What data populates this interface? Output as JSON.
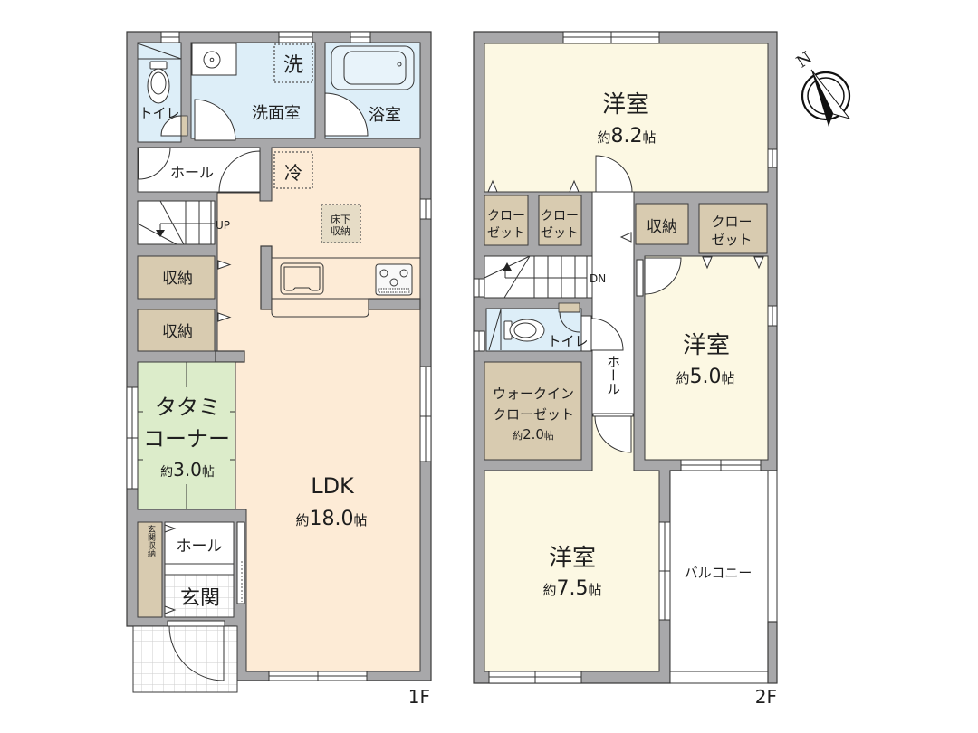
{
  "colors": {
    "wall": "#a8a8aa",
    "wet_area": "#ddeef8",
    "ldk": "#fdebd6",
    "tatami": "#dcecca",
    "storage": "#d8cbb0",
    "western_room": "#fcf8e3",
    "hall": "#ffffff",
    "underfloor_box": "#e6dcc6"
  },
  "compass": {
    "north_label": "N"
  },
  "floor_1": {
    "floor_label": "1F",
    "toilet": {
      "label": "トイレ"
    },
    "washroom": {
      "label": "洗面室"
    },
    "washer_space": {
      "label": "洗"
    },
    "bathroom": {
      "label": "浴室"
    },
    "hall_upper": {
      "label": "ホール"
    },
    "fridge_space": {
      "label": "冷"
    },
    "underfloor_storage": {
      "line1": "床下",
      "line2": "収納"
    },
    "stairs": {
      "direction": "UP"
    },
    "storage_1": {
      "label": "収納"
    },
    "storage_2": {
      "label": "収納"
    },
    "tatami_corner": {
      "line1": "タタミ",
      "line2": "コーナー",
      "area_prefix": "約",
      "area_value": "3.0",
      "area_unit": "帖"
    },
    "ldk": {
      "label": "LDK",
      "area_prefix": "約",
      "area_value": "18.0",
      "area_unit": "帖"
    },
    "entrance_storage": {
      "label": "玄関収納"
    },
    "hall_lower": {
      "label": "ホール"
    },
    "entrance": {
      "label": "玄関"
    }
  },
  "floor_2": {
    "floor_label": "2F",
    "western_room_1": {
      "label": "洋室",
      "area_prefix": "約",
      "area_value": "8.2",
      "area_unit": "帖"
    },
    "closet_1": {
      "line1": "クロー",
      "line2": "ゼット"
    },
    "closet_2": {
      "line1": "クロー",
      "line2": "ゼット"
    },
    "storage": {
      "label": "収納"
    },
    "closet_3": {
      "line1": "クロー",
      "line2": "ゼット"
    },
    "stairs": {
      "direction": "DN"
    },
    "toilet": {
      "label": "トイレ"
    },
    "hall": {
      "label": "ホール"
    },
    "walk_in_closet": {
      "line1": "ウォークイン",
      "line2": "クローゼット",
      "area_prefix": "約",
      "area_value": "2.0",
      "area_unit": "帖"
    },
    "western_room_2": {
      "label": "洋室",
      "area_prefix": "約",
      "area_value": "5.0",
      "area_unit": "帖"
    },
    "western_room_3": {
      "label": "洋室",
      "area_prefix": "約",
      "area_value": "7.5",
      "area_unit": "帖"
    },
    "balcony": {
      "label": "バルコニー"
    }
  }
}
